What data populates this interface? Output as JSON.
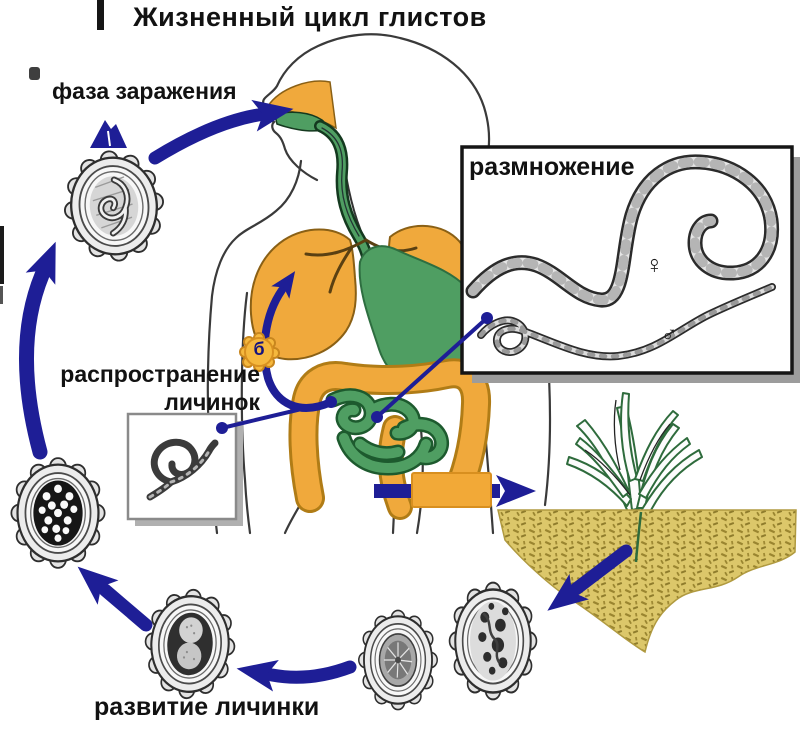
{
  "title": "Жизненный цикл глистов",
  "labels": {
    "infection_phase": "фаза заражения",
    "reproduction": "размножение",
    "larvae_spread": "распространение личинок",
    "larva_development": "развитие личинки"
  },
  "markers": {
    "circulation_step": "б",
    "female_symbol": "♀",
    "male_symbol": "♂"
  },
  "icons": {
    "infection_marker": "blue-triangle-marker",
    "eggs": [
      "egg-with-larva",
      "morula-egg",
      "two-cell-egg",
      "one-cell-egg",
      "fertilized-egg"
    ]
  },
  "colors": {
    "arrow_blue": "#1E1E96",
    "organ_orange": "#F0A93C",
    "digestive_green": "#4F9E62",
    "soil_tan": "#DCC76A",
    "marker_yellow": "#F5B83D",
    "outline": "#3a3a3a"
  }
}
